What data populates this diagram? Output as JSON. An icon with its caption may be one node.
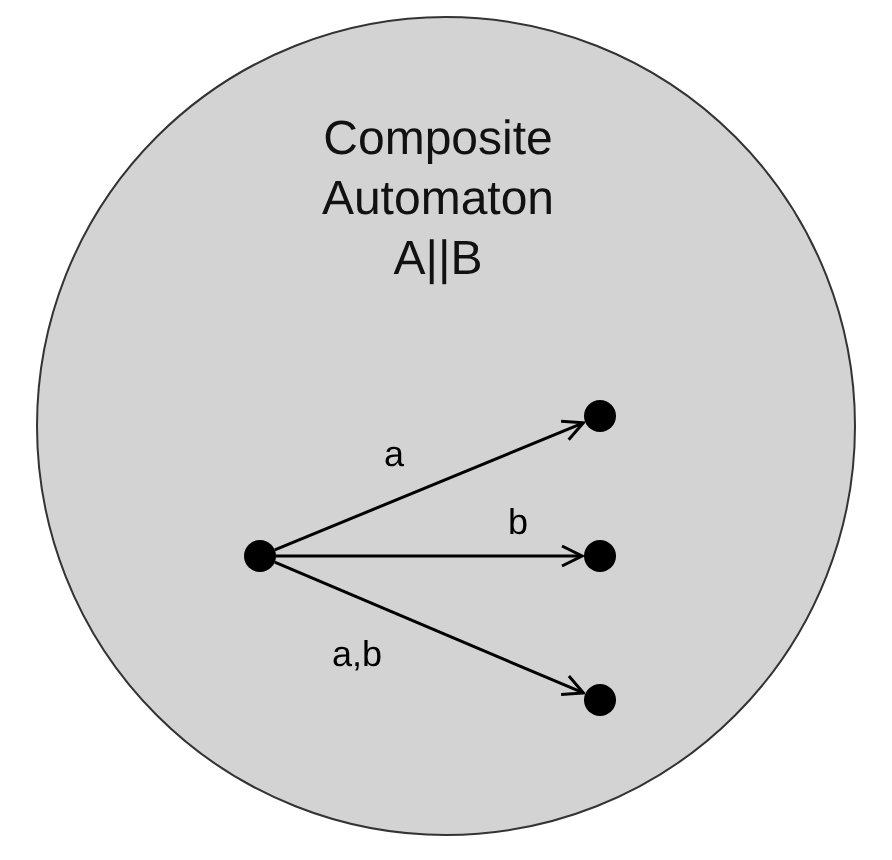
{
  "diagram": {
    "nodes": [
      {
        "text": [
          "Composite Automaton A||B"
        ]
      },
      {
        "text": [],
        "shape": "circle",
        "in": 0
      },
      {
        "text": [],
        "shape": "circle",
        "in": 0
      },
      {
        "text": [],
        "shape": "circle",
        "in": 0
      },
      {
        "text": [],
        "shape": "circle",
        "in": 0
      }
    ],
    "edges": [
      {
        "from": 1,
        "to": 2,
        "arrow": "to",
        "label": "a"
      },
      {
        "from": 1,
        "to": 3,
        "arrow": "to",
        "label": "b"
      },
      {
        "from": 1,
        "to": 4,
        "arrow": "to",
        "label": "a,b"
      }
    ]
  }
}
